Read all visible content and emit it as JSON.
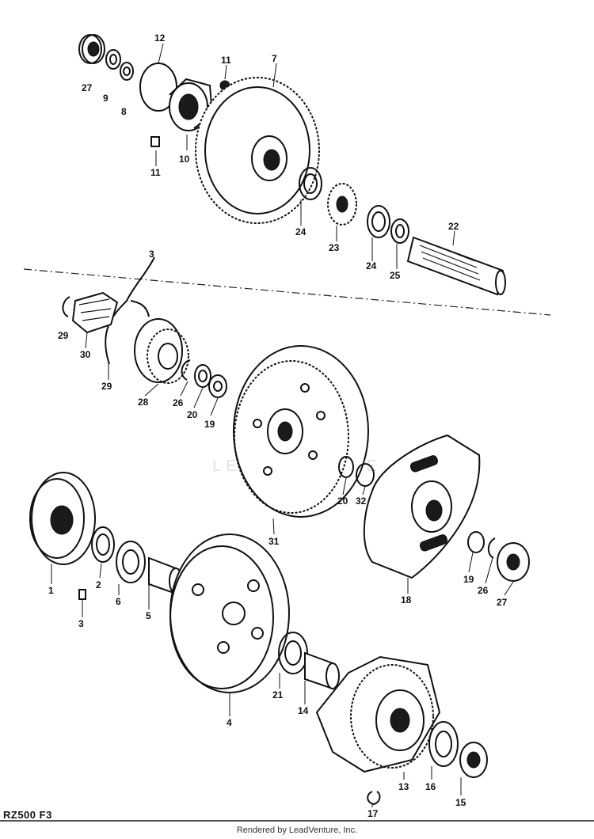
{
  "diagram": {
    "labels": [
      "27",
      "9",
      "8",
      "12",
      "11",
      "10",
      "11",
      "7",
      "24",
      "23",
      "22",
      "24",
      "25",
      "3",
      "29",
      "30",
      "29",
      "28",
      "26",
      "20",
      "19",
      "31",
      "20",
      "32",
      "18",
      "19",
      "26",
      "27",
      "1",
      "2",
      "6",
      "5",
      "3",
      "4",
      "21",
      "14",
      "13",
      "16",
      "15",
      "17"
    ]
  },
  "watermark": "LEADVENTURE",
  "footer": {
    "model_code": "RZ500 F3",
    "credit": "Rendered by LeadVenture, Inc."
  }
}
